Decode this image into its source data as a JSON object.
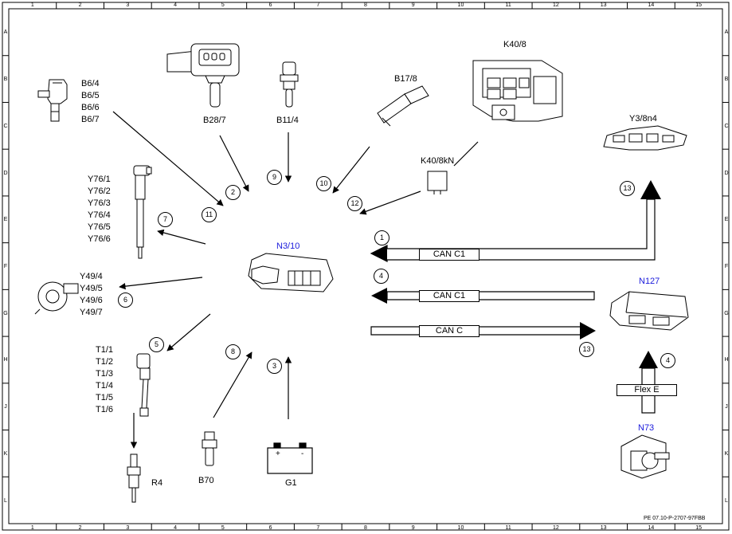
{
  "frame": {
    "columns": [
      "1",
      "2",
      "3",
      "4",
      "5",
      "6",
      "7",
      "8",
      "9",
      "10",
      "11",
      "12",
      "13",
      "14",
      "15"
    ],
    "rows": [
      "A",
      "B",
      "C",
      "D",
      "E",
      "F",
      "G",
      "H",
      "J",
      "K",
      "L"
    ],
    "footer_ref": "PE 07.10-P-2707-97FBB"
  },
  "center": {
    "label": "N3/10"
  },
  "components": {
    "b6": [
      "B6/4",
      "B6/5",
      "B6/6",
      "B6/7"
    ],
    "b28": "B28/7",
    "b11": "B11/4",
    "b17": "B17/8",
    "k40_8": "K40/8",
    "k40_8kn": "K40/8kN",
    "y3": "Y3/8n4",
    "y76": [
      "Y76/1",
      "Y76/2",
      "Y76/3",
      "Y76/4",
      "Y76/5",
      "Y76/6"
    ],
    "y49": [
      "Y49/4",
      "Y49/5",
      "Y49/6",
      "Y49/7"
    ],
    "t1": [
      "T1/1",
      "T1/2",
      "T1/3",
      "T1/4",
      "T1/5",
      "T1/6"
    ],
    "r4": "R4",
    "b70": "B70",
    "g1": "G1",
    "g1_plus": "+",
    "g1_minus": "-",
    "n127": "N127",
    "n73": "N73"
  },
  "buses": {
    "can_c1_top": "CAN C1",
    "can_c1_mid": "CAN C1",
    "can_c": "CAN C",
    "flex_e": "Flex E"
  },
  "callouts": {
    "c1": "1",
    "c2": "2",
    "c3": "3",
    "c4a": "4",
    "c4b": "4",
    "c5": "5",
    "c6": "6",
    "c7": "7",
    "c8": "8",
    "c9": "9",
    "c10": "10",
    "c11": "11",
    "c12": "12",
    "c13a": "13",
    "c13b": "13"
  },
  "colors": {
    "line": "#000000",
    "highlight_label": "#1a1adb",
    "background": "#ffffff"
  }
}
